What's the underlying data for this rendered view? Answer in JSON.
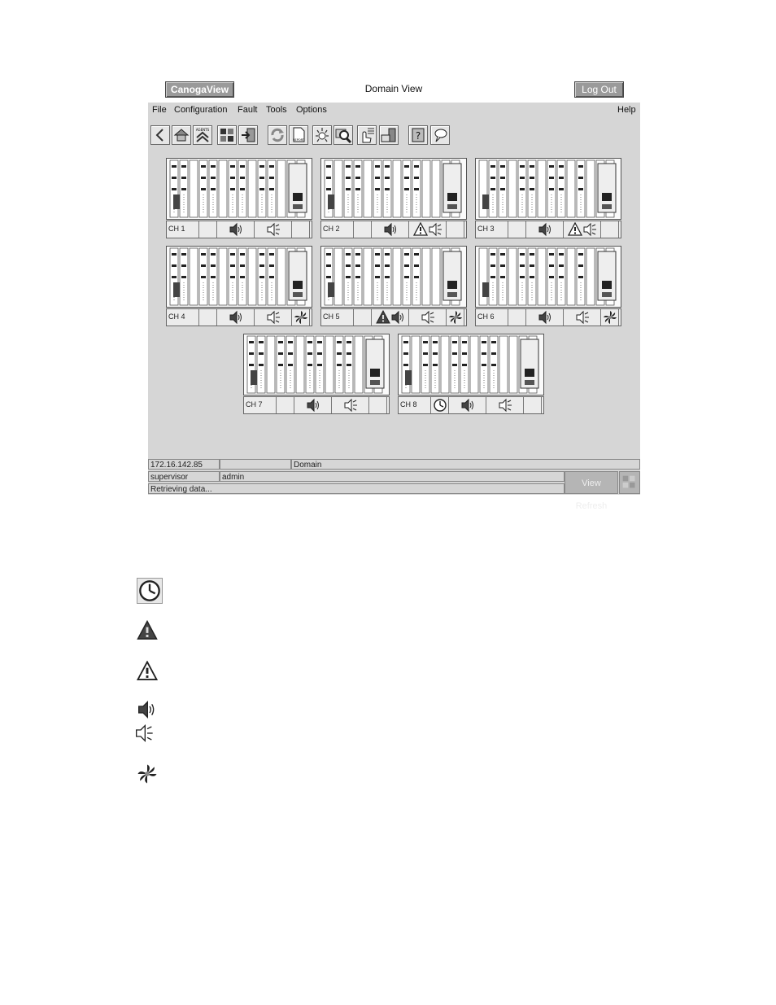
{
  "header": {
    "logo_label": "CanogaView",
    "title": "Domain View",
    "logout_label": "Log Out"
  },
  "menu": {
    "items": [
      "File",
      "Configuration",
      "Fault",
      "Tools",
      "Options"
    ],
    "help": "Help"
  },
  "toolbar": {
    "tools": [
      "back-icon",
      "home-icon",
      "agents-icon",
      "grid-icon",
      "exit-icon",
      "refresh-icon",
      "report-icon",
      "alarm-icon",
      "search-icon",
      "pointer-list-icon",
      "database-icon",
      "help-icon",
      "chat-icon"
    ],
    "agents_text": "AGENTS",
    "report_text": "REPORT"
  },
  "chassis": [
    {
      "label": "CH 1",
      "icons": [
        "",
        "speaker-loud-icon",
        "speaker-quiet-icon",
        ""
      ]
    },
    {
      "label": "CH 2",
      "icons": [
        "",
        "speaker-loud-icon",
        "warning-outline-icon speaker-quiet-icon",
        ""
      ]
    },
    {
      "label": "CH 3",
      "icons": [
        "",
        "speaker-loud-icon",
        "warning-outline-icon speaker-quiet-icon",
        ""
      ]
    },
    {
      "label": "CH 4",
      "icons": [
        "",
        "speaker-loud-icon",
        "speaker-quiet-icon",
        "fan-icon"
      ]
    },
    {
      "label": "CH 5",
      "icons": [
        "",
        "warning-filled-icon speaker-loud-icon",
        "speaker-quiet-icon",
        "fan-icon"
      ]
    },
    {
      "label": "CH 6",
      "icons": [
        "",
        "speaker-loud-icon",
        "speaker-quiet-icon",
        "fan-icon"
      ]
    },
    {
      "label": "CH 7",
      "icons": [
        "",
        "speaker-loud-icon",
        "speaker-quiet-icon",
        ""
      ]
    },
    {
      "label": "CH 8",
      "icons": [
        "clock-icon",
        "speaker-loud-icon",
        "speaker-quiet-icon",
        ""
      ]
    }
  ],
  "statusbar": {
    "ip": "172.16.142.85",
    "context": "Domain",
    "role": "supervisor",
    "user": "admin",
    "message": "Retrieving data...",
    "refresh_label": "View Refresh"
  },
  "legend": [
    "clock-icon",
    "warning-filled-icon",
    "warning-outline-icon",
    "speaker-loud-icon",
    "speaker-quiet-icon",
    "fan-icon"
  ]
}
